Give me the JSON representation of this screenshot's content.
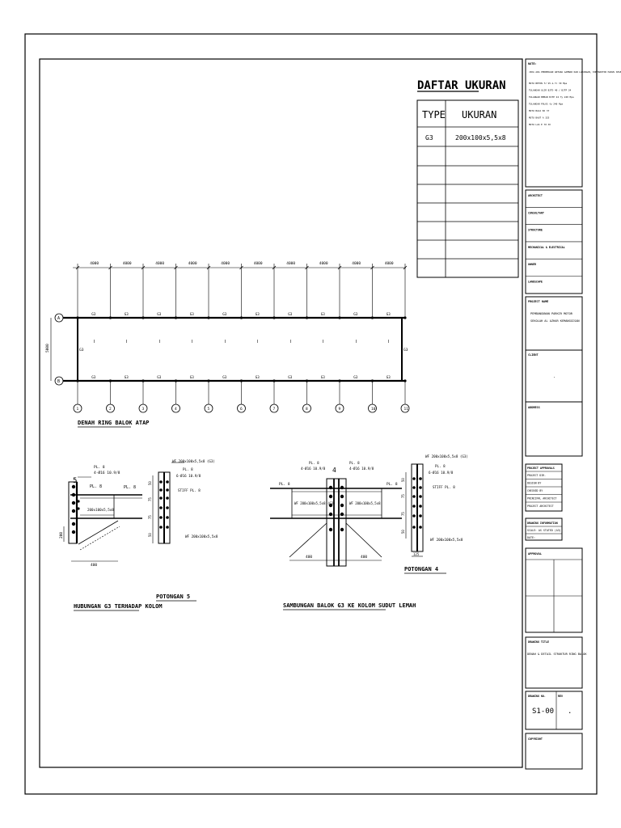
{
  "table": {
    "title": "DAFTAR UKURAN",
    "headers": [
      "TYPE",
      "UKURAN"
    ],
    "rows": [
      [
        "G3",
        "200x100x5,5x8"
      ]
    ]
  },
  "plan": {
    "title": "DENAH RING BALOK ATAP",
    "spans": [
      "4000",
      "4000",
      "4000",
      "4000",
      "4000",
      "4000",
      "4000",
      "4000",
      "4000",
      "4000"
    ],
    "depth": "5000",
    "top_beam_marks": [
      "G3",
      "G3",
      "G3",
      "G3",
      "G3",
      "G3",
      "G3",
      "G3",
      "G3",
      "G3"
    ],
    "bottom_beam_marks": [
      "G3",
      "G3",
      "G3",
      "G3",
      "G3",
      "G3",
      "G3",
      "G3",
      "G3",
      "G3"
    ],
    "side_beam_marks": [
      "G3",
      "G3"
    ],
    "grid_columns": [
      "1",
      "2",
      "3",
      "4",
      "5",
      "6",
      "7",
      "8",
      "9",
      "10",
      "11"
    ],
    "grid_rows": [
      "A",
      "B"
    ]
  },
  "details": {
    "d1": {
      "title": "HUBUNGAN G3 TERHADAP KOLOM",
      "callout": "5",
      "pl1": "PL. 8",
      "bolts": "4-Ø16 10.9/8",
      "pl2": "PL. 8",
      "beam": "200x100x5,5x8",
      "dim_v": "200",
      "dim_h": "400"
    },
    "d2": {
      "title": "POTONGAN 5",
      "wf": "WF 200x100x5,5x8 (G3)",
      "pl": "PL. 8",
      "bolt": "6-Ø16 10.9/8",
      "stiff": "STIFF PL. 8",
      "dims": [
        "50",
        "75",
        "75",
        "50"
      ],
      "weld": "WF 200x100x5,5x8"
    },
    "d3": {
      "title": "SAMBUNGAN BALOK G3 KE KOLOM SUDUT LEMAH",
      "callout": "4",
      "pl_l": "PL. 8",
      "bolts_l": "4-Ø16 10.9/8",
      "bolts_r": "4-Ø16 10.9/8",
      "pl_r": "PL. 8",
      "wf_left": "WF 200x100x5,5x8 (G3)",
      "wf_right": "WF 200x100x5,5x8",
      "dims": [
        "400",
        "400"
      ]
    },
    "d4": {
      "title": "POTONGAN 4",
      "wf": "WF 200x100x5,5x8 (G3)",
      "pl": "PL. 8",
      "bolt": "6-Ø16 10.9/8",
      "stiff": "STIFF PL. 8",
      "dims": [
        "50",
        "75",
        "75",
        "50"
      ],
      "weld": "WF 200x100x5,5x8",
      "bottom": "125"
    }
  },
  "titleblock": {
    "notes_label": "NOTE:",
    "notes": [
      "JIKA ADA PERBEDAAN ANTARA GAMBAR DAN LAPANGAN, KONTRAKTOR HARUS SEGERA MEMBERITAHU KEPADA PERENCANA",
      "MUTU BETON fc'25 & fc 30 Mpa",
      "TULANGAN ULIR BJTD 40 / BJTP 24",
      "TULANGAN BEBAN BJTP 24 fy 240 Mpa",
      "TULANGAN POLOS fy 240 Mpa",
      "MUTU BAJA BJ 37",
      "MUTU BAUT A 325",
      "MUTU LAS E 70 XX"
    ],
    "roles": [
      "ARCHITECT",
      "CONSULTANT",
      "STRUCTURE",
      "MECHANICAL & ELECTRICAL",
      "OWNER",
      "LANDSCAPE"
    ],
    "project_label": "PROJECT NAME",
    "project_lines": [
      "PEMBANGUNAN PARKIR MOTOR",
      "SEKOLAH AL AZHAR KEMANGGISAN"
    ],
    "client_label": "CLIENT",
    "client_value": ".",
    "address_label": "ADDRESS",
    "approvals_header": "PROJECT APPROVALS",
    "approvals": [
      "PROJECT DIR.",
      "DESIGN BY",
      "CHECKED BY",
      "PRINCIPAL ARCHITECT",
      "PROJECT ARCHITECT"
    ],
    "drawing_status": "DRAWING INFORMATION",
    "scale": "SCALE: AS STATED (A3)",
    "date": "DATE:",
    "approval_label": "APPROVAL",
    "drawing_title_label": "DRAWING TITLE",
    "drawing_title": "DENAH & DETAIL STRUKTUR RING BALOK",
    "drawing_no_label": "DRAWING NO.",
    "drawing_no": "S1-00",
    "rev_label": "REV",
    "rev": ".",
    "copyright": "COPYRIGHT"
  }
}
